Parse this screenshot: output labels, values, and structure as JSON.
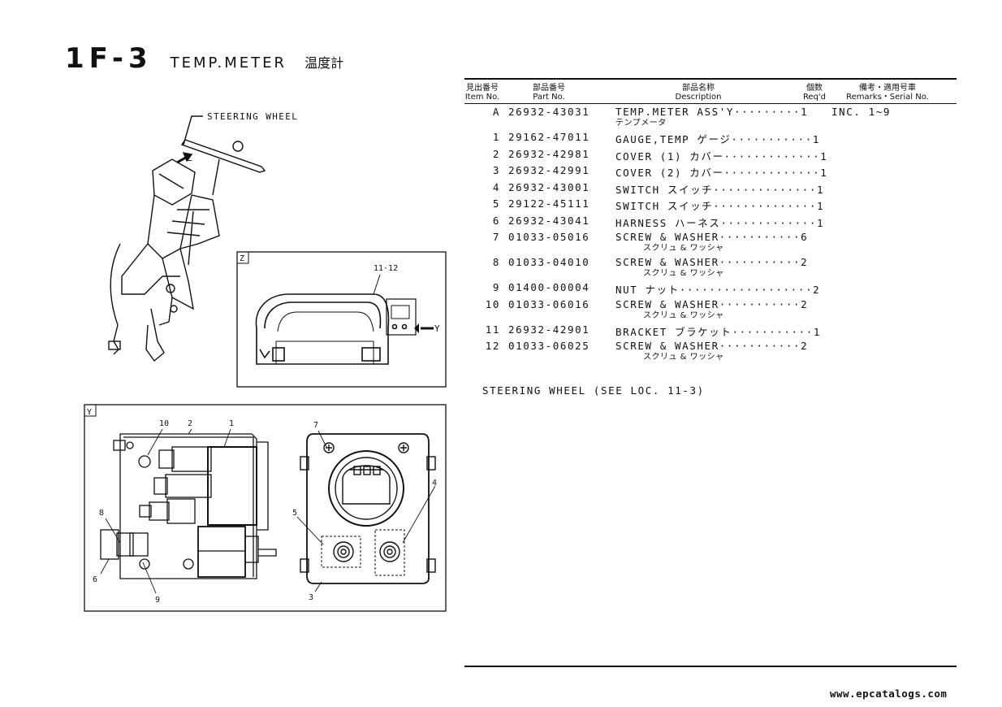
{
  "page": {
    "code": "1F-3",
    "title": "TEMP.METER",
    "title_ja": "温度計",
    "website": "www.epcatalogs.com"
  },
  "headers": {
    "item_ja": "見出番号",
    "item_en": "Item No.",
    "part_ja": "部品番号",
    "part_en": "Part No.",
    "desc_ja": "部品名称",
    "desc_en": "Description",
    "qty_ja": "個数",
    "qty_en": "Req'd",
    "remarks_ja": "備考・適用号車",
    "remarks_en": "Remarks・Serial No."
  },
  "parts": [
    {
      "item": "A",
      "part_no": "26932-43031",
      "desc": "TEMP.METER ASS'Y·········1",
      "desc_ja": "テンプメータ",
      "remarks": "INC. 1~9"
    },
    {
      "item": "1",
      "part_no": "29162-47011",
      "desc": "GAUGE,TEMP ゲージ···········1",
      "desc_ja": "",
      "remarks": ""
    },
    {
      "item": "2",
      "part_no": "26932-42981",
      "desc": "COVER (1) カバー·············1",
      "desc_ja": "",
      "remarks": ""
    },
    {
      "item": "3",
      "part_no": "26932-42991",
      "desc": "COVER (2)  カバー·············1",
      "desc_ja": "",
      "remarks": ""
    },
    {
      "item": "4",
      "part_no": "26932-43001",
      "desc": "SWITCH スイッチ··············1",
      "desc_ja": "",
      "remarks": ""
    },
    {
      "item": "5",
      "part_no": "29122-45111",
      "desc": "SWITCH スイッチ··············1",
      "desc_ja": "",
      "remarks": ""
    },
    {
      "item": "6",
      "part_no": "26932-43041",
      "desc": "HARNESS ハーネス·············1",
      "desc_ja": "",
      "remarks": ""
    },
    {
      "item": "7",
      "part_no": "01033-05016",
      "desc": "SCREW & WASHER···········6",
      "desc_ja": "スクリュ & ワッシャ",
      "remarks": ""
    },
    {
      "item": "8",
      "part_no": "01033-04010",
      "desc": "SCREW & WASHER···········2",
      "desc_ja": "スクリュ & ワッシャ",
      "remarks": ""
    },
    {
      "item": "9",
      "part_no": "01400-00004",
      "desc": "NUT ナット··················2",
      "desc_ja": "",
      "remarks": ""
    },
    {
      "item": "10",
      "part_no": "01033-06016",
      "desc": "SCREW & WASHER···········2",
      "desc_ja": "スクリュ & ワッシャ",
      "remarks": ""
    },
    {
      "item": "11",
      "part_no": "26932-42901",
      "desc": "BRACKET ブラケット···········1",
      "desc_ja": "",
      "remarks": ""
    },
    {
      "item": "12",
      "part_no": "01033-06025",
      "desc": "SCREW & WASHER···········2",
      "desc_ja": "スクリュ & ワッシャ",
      "remarks": ""
    }
  ],
  "note": "STEERING WHEEL (SEE LOC. 11-3)",
  "figure": {
    "steering_label": "STEERING WHEEL",
    "arrow_z": "Z",
    "arrow_y": "Y",
    "view_z_tag": "Z",
    "view_z_callout": "11·12",
    "view_y_tag": "Y",
    "callouts": {
      "c1": "1",
      "c2": "2",
      "c3": "3",
      "c4": "4",
      "c5": "5",
      "c6": "6",
      "c7": "7",
      "c8": "8",
      "c9": "9",
      "c10": "10"
    }
  }
}
